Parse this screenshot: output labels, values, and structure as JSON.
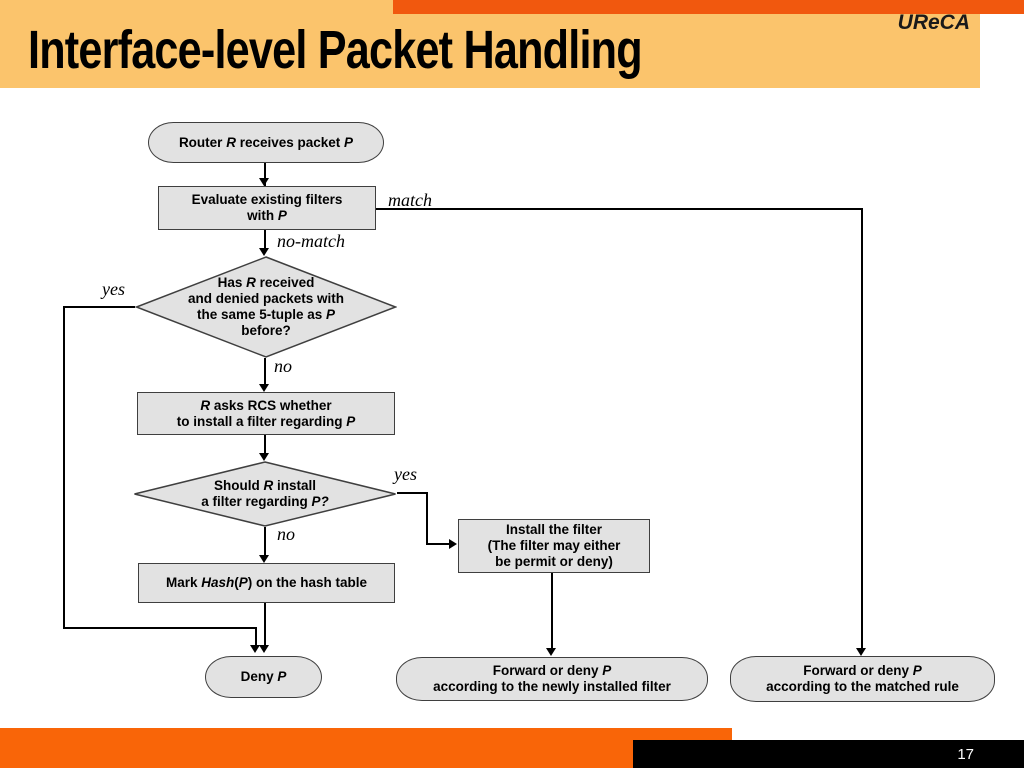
{
  "slide": {
    "title": "Interface-level Packet Handling",
    "logo": "UReCA",
    "page_number": "17"
  },
  "colors": {
    "header_band": "#FBC46C",
    "accent_orange_top": "#F1580E",
    "footer_orange": "#F96508",
    "footer_black": "#000000",
    "node_fill": "#E2E2E2",
    "node_border": "#3F3F3F",
    "text": "#000000"
  },
  "flowchart": {
    "nodes": {
      "start": {
        "shape": "terminator",
        "text": [
          {
            "t": "Router "
          },
          {
            "t": "R",
            "i": true
          },
          {
            "t": " receives packet "
          },
          {
            "t": "P",
            "i": true
          }
        ]
      },
      "evaluate": {
        "shape": "process",
        "text": [
          {
            "t": "Evaluate existing filters\nwith "
          },
          {
            "t": "P",
            "i": true
          }
        ]
      },
      "has_received": {
        "shape": "decision",
        "text": [
          {
            "t": "Has "
          },
          {
            "t": "R",
            "i": true
          },
          {
            "t": " received\nand denied packets with\nthe same 5-tuple as "
          },
          {
            "t": "P",
            "i": true
          },
          {
            "t": "\nbefore?"
          }
        ]
      },
      "ask_rcs": {
        "shape": "process",
        "text": [
          {
            "t": "R",
            "i": true
          },
          {
            "t": " asks RCS whether\nto install a filter regarding "
          },
          {
            "t": "P",
            "i": true
          }
        ]
      },
      "should_install": {
        "shape": "decision",
        "text": [
          {
            "t": "Should "
          },
          {
            "t": "R",
            "i": true
          },
          {
            "t": "  install\na filter regarding "
          },
          {
            "t": "P?",
            "i": true
          }
        ]
      },
      "install_filter": {
        "shape": "process",
        "text": "Install the filter\n(The filter may either\nbe permit or deny)"
      },
      "mark_hash": {
        "shape": "process",
        "text": [
          {
            "t": "Mark "
          },
          {
            "t": "Hash",
            "i": true
          },
          {
            "t": "("
          },
          {
            "t": "P",
            "i": true
          },
          {
            "t": ") on the hash table"
          }
        ]
      },
      "deny": {
        "shape": "terminator",
        "text": [
          {
            "t": "Deny "
          },
          {
            "t": "P",
            "i": true
          }
        ]
      },
      "forward_installed": {
        "shape": "terminator",
        "text": [
          {
            "t": "Forward or deny "
          },
          {
            "t": "P",
            "i": true
          },
          {
            "t": "\naccording to the newly installed filter"
          }
        ]
      },
      "forward_matched": {
        "shape": "terminator",
        "text": [
          {
            "t": "Forward or deny "
          },
          {
            "t": "P",
            "i": true
          },
          {
            "t": "\naccording to the matched rule"
          }
        ]
      }
    },
    "edge_labels": {
      "match": "match",
      "no_match": "no-match",
      "yes_received": "yes",
      "no_received": "no",
      "yes_install": "yes",
      "no_install": "no"
    }
  }
}
